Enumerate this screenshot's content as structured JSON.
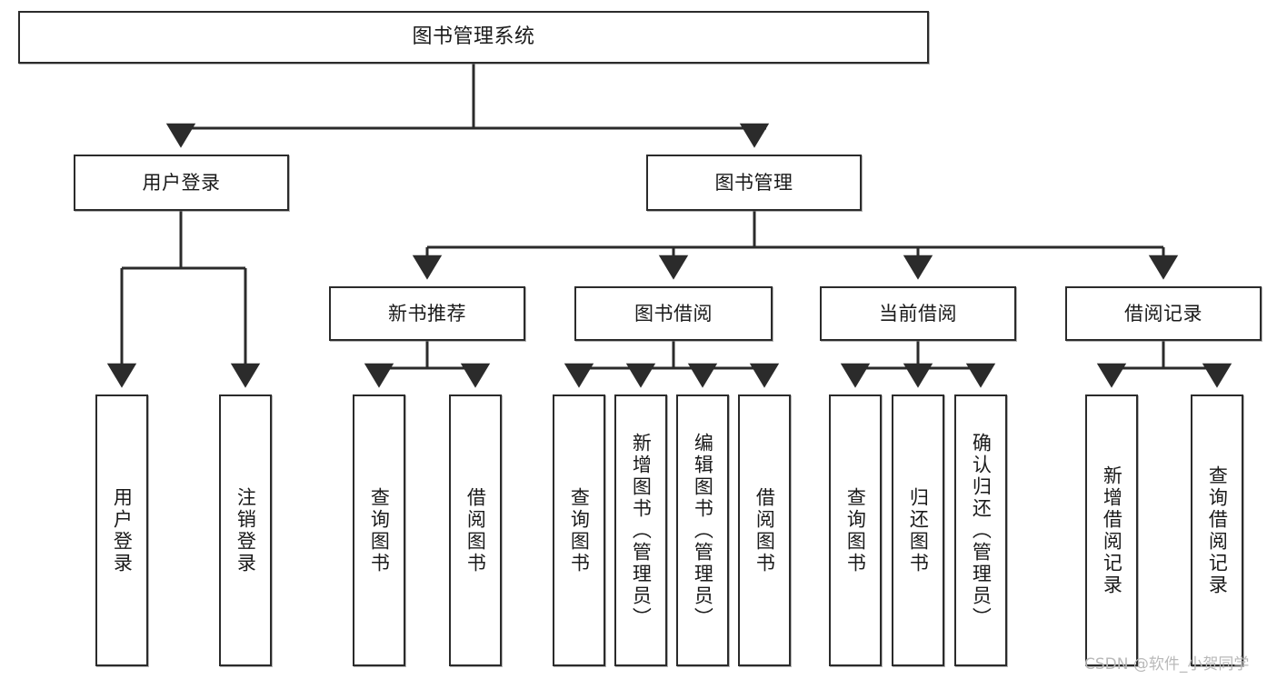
{
  "diagram": {
    "title": "图书管理系统",
    "type": "tree-hierarchy",
    "watermark": "CSDN @软件_小贺同学",
    "colors": {
      "box_border": "#2b2b2b",
      "box_fill": "#ffffff",
      "connector": "#2b2b2b",
      "text": "#1a1a1a",
      "watermark": "#b9b9b9"
    },
    "levels": {
      "root": {
        "label": "图书管理系统"
      },
      "level2": [
        {
          "label": "用户登录"
        },
        {
          "label": "图书管理"
        }
      ],
      "level3": [
        {
          "label": "新书推荐"
        },
        {
          "label": "图书借阅"
        },
        {
          "label": "当前借阅"
        },
        {
          "label": "借阅记录"
        }
      ],
      "leaves": {
        "user_login": [
          {
            "label": "用户登录"
          },
          {
            "label": "注销登录"
          }
        ],
        "new_book_recommend": [
          {
            "label": "查询图书"
          },
          {
            "label": "借阅图书"
          }
        ],
        "book_borrow": [
          {
            "label": "查询图书"
          },
          {
            "label": "新增图书（管理员）"
          },
          {
            "label": "编辑图书（管理员）"
          },
          {
            "label": "借阅图书"
          }
        ],
        "current_borrow": [
          {
            "label": "查询图书"
          },
          {
            "label": "归还图书"
          },
          {
            "label": "确认归还（管理员）"
          }
        ],
        "borrow_record": [
          {
            "label": "新增借阅记录"
          },
          {
            "label": "查询借阅记录"
          }
        ]
      }
    }
  }
}
